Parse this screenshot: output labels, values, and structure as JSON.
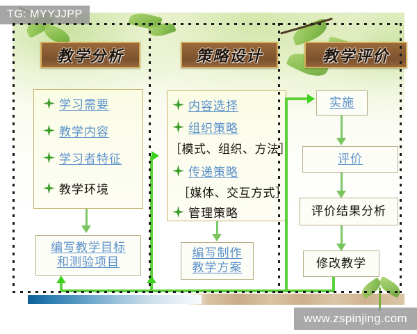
{
  "overlays": {
    "tg_badge": "TG: MYYJJPP",
    "watermark": "www.zspinjing.com"
  },
  "columns": [
    {
      "id": "instructional-analysis",
      "title": "教学分析",
      "bullets": [
        {
          "label": "学习需要",
          "style": "blue"
        },
        {
          "label": "教学内容",
          "style": "blue"
        },
        {
          "label": "学习者特征",
          "style": "blue"
        },
        {
          "label": "教学环境",
          "style": "black"
        }
      ],
      "outcome": "编写教学目标\n和测验项目",
      "outcome_style": "blue"
    },
    {
      "id": "strategy-design",
      "title": "策略设计",
      "bullets": [
        {
          "label": "内容选择",
          "style": "blue"
        },
        {
          "label": "组织策略",
          "style": "blue"
        },
        {
          "label": "传递策略",
          "style": "blue"
        },
        {
          "label": "管理策略",
          "style": "black"
        }
      ],
      "subnotes": [
        "［模式、组织、方法］",
        "［媒体、交互方式］"
      ],
      "outcome": "编写制作\n教学方案",
      "outcome_style": "blue"
    },
    {
      "id": "instructional-evaluation",
      "title": "教学评价",
      "nodes": [
        {
          "label": "实施",
          "style": "blue"
        },
        {
          "label": "评价",
          "style": "blue"
        },
        {
          "label": "评价结果分析",
          "style": "black"
        },
        {
          "label": "修改教学",
          "style": "black"
        }
      ]
    }
  ],
  "colors": {
    "title_bar_fill": "#8a5c32",
    "title_bar_border": "#d8b15a",
    "panel_border": "#c8b169",
    "node_border": "#b9ae86",
    "link_text": "#5a90c8",
    "arrow_green": "#5cd03a",
    "feedback_green": "#3fd11f",
    "frame_dot": "#1a1a1a"
  }
}
